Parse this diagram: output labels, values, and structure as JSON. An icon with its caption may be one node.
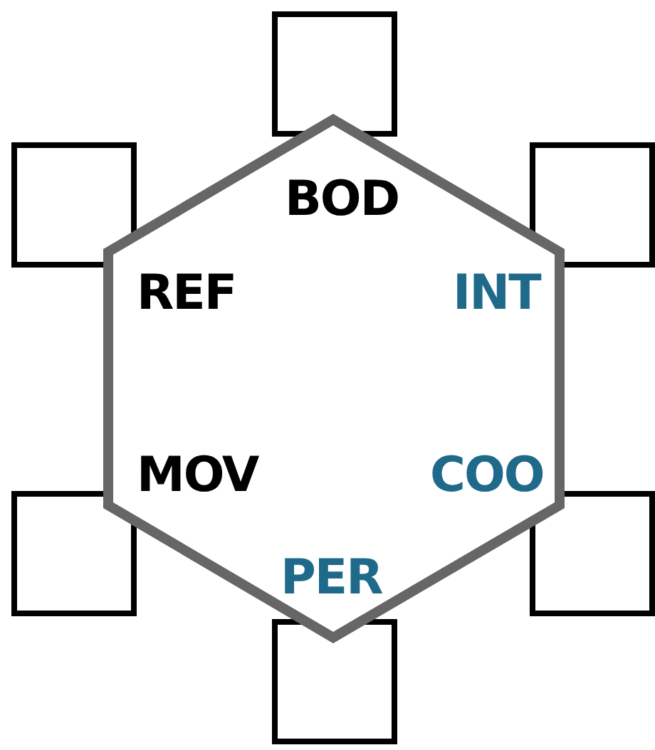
{
  "diagram": {
    "nodes": [
      {
        "text": [
          "BOD",
          "REF",
          "INT",
          "MOV",
          "COO",
          "PER"
        ]
      },
      {
        "text": [],
        "shape": "box"
      },
      {
        "text": [],
        "shape": "box"
      },
      {
        "text": [],
        "shape": "box"
      },
      {
        "text": [],
        "shape": "box"
      },
      {
        "text": [],
        "shape": "box"
      },
      {
        "text": [],
        "shape": "box"
      }
    ]
  }
}
